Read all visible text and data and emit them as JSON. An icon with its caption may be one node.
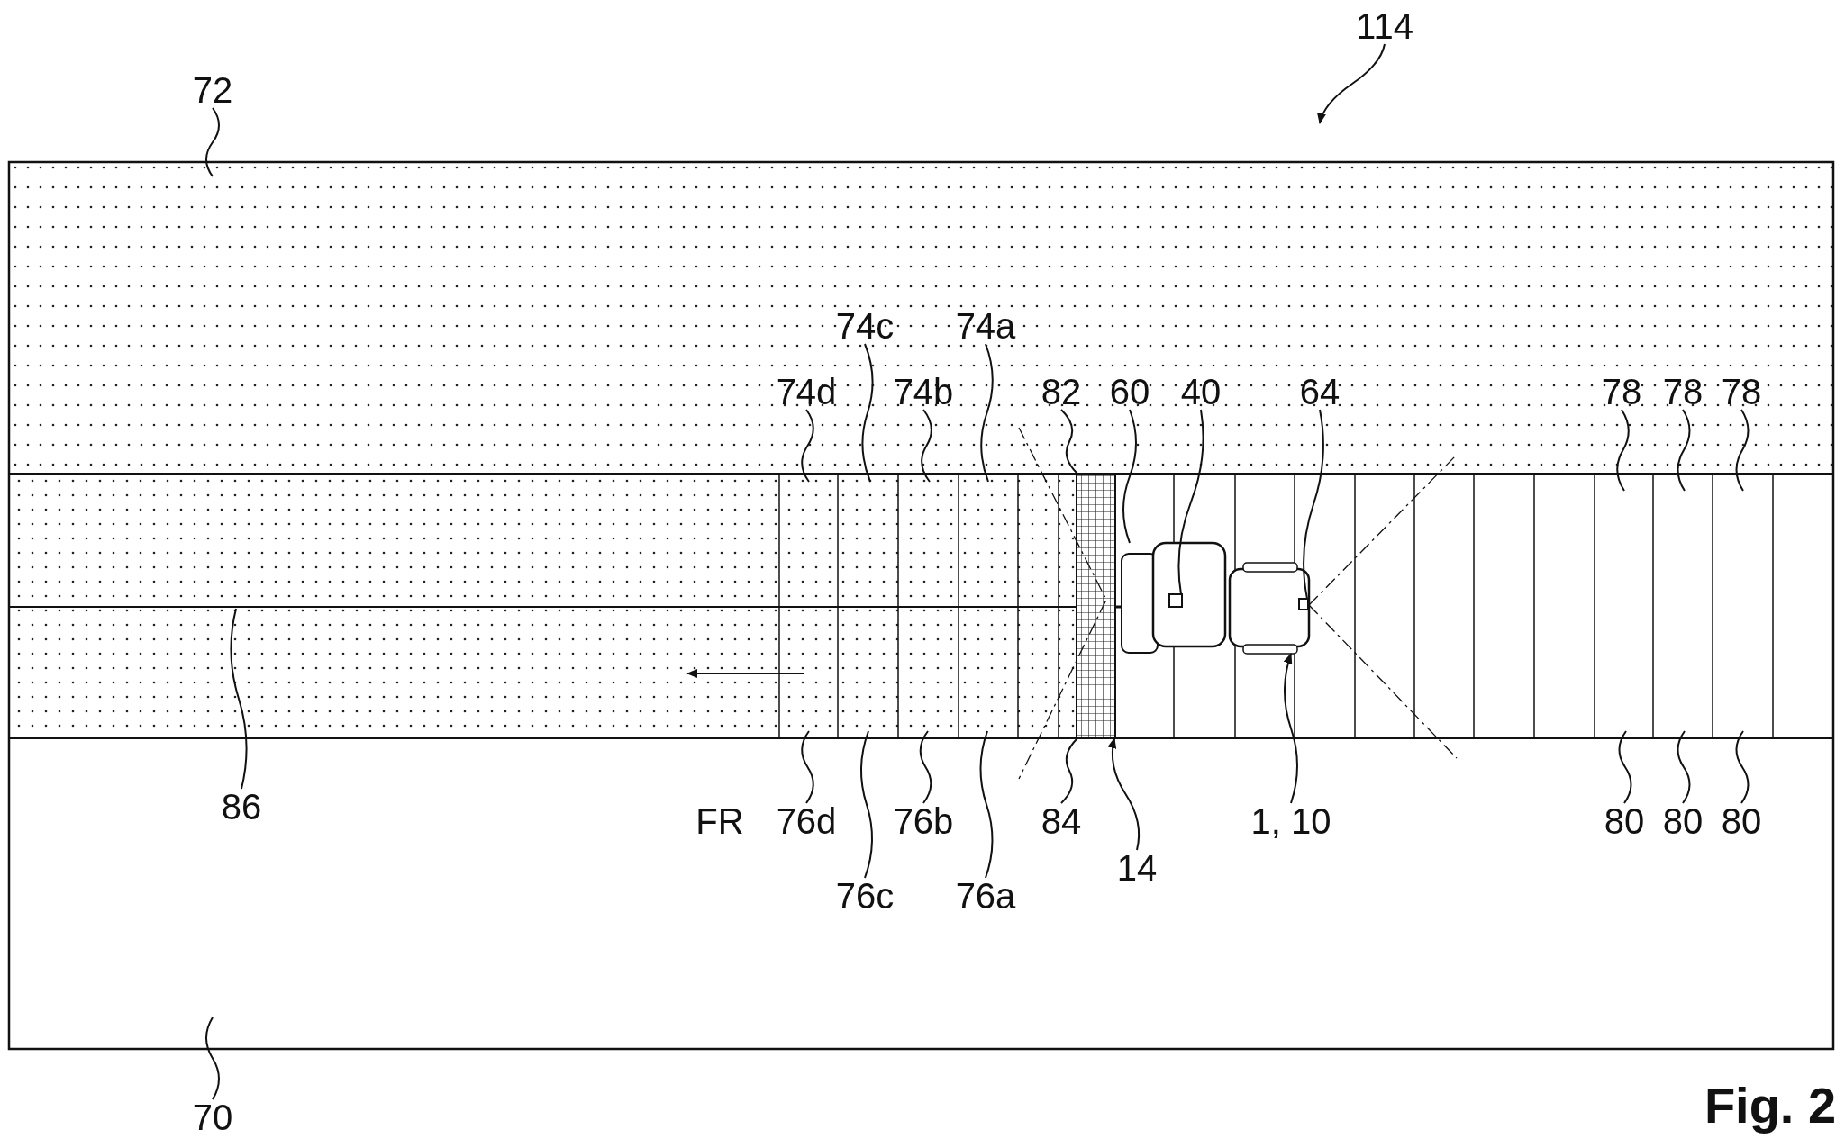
{
  "diagram": {
    "caption": "Fig. 2",
    "nodes": [
      {
        "text": [
          "114"
        ]
      },
      {
        "text": [
          "72"
        ]
      },
      {
        "text": [
          "74c"
        ]
      },
      {
        "text": [
          "74a"
        ]
      },
      {
        "text": [
          "74d"
        ]
      },
      {
        "text": [
          "74b"
        ]
      },
      {
        "text": [
          "82"
        ]
      },
      {
        "text": [
          "60"
        ]
      },
      {
        "text": [
          "40"
        ]
      },
      {
        "text": [
          "64"
        ]
      },
      {
        "text": [
          "78"
        ]
      },
      {
        "text": [
          "78"
        ]
      },
      {
        "text": [
          "78"
        ]
      },
      {
        "text": [
          "86"
        ]
      },
      {
        "text": [
          "76d"
        ]
      },
      {
        "text": [
          "76b"
        ]
      },
      {
        "text": [
          "84"
        ]
      },
      {
        "text": [
          "1, 10"
        ]
      },
      {
        "text": [
          "80"
        ]
      },
      {
        "text": [
          "80"
        ]
      },
      {
        "text": [
          "80"
        ]
      },
      {
        "text": [
          "14"
        ]
      },
      {
        "text": [
          "76c"
        ]
      },
      {
        "text": [
          "76a"
        ]
      },
      {
        "text": [
          "70"
        ]
      },
      {
        "text": [],
        "shape": "picture"
      },
      {
        "text": [],
        "shape": "box",
        "in": 25
      },
      {
        "text": [],
        "shape": "box",
        "in": 25
      },
      {
        "text": [],
        "shape": "box"
      }
    ],
    "edges": [
      {
        "from": 0,
        "to": null,
        "arrow": "to"
      },
      {
        "from": 1,
        "to": null,
        "arrow": "none"
      },
      {
        "from": 2,
        "to": null,
        "arrow": "none"
      },
      {
        "from": 3,
        "to": null,
        "arrow": "none"
      },
      {
        "from": 4,
        "to": null,
        "arrow": "none"
      },
      {
        "from": 5,
        "to": null,
        "arrow": "none"
      },
      {
        "from": 6,
        "to": 28,
        "arrow": "none"
      },
      {
        "from": 7,
        "to": 25,
        "arrow": "none"
      },
      {
        "from": 8,
        "to": 26,
        "arrow": "none"
      },
      {
        "from": 9,
        "to": 27,
        "arrow": "none"
      },
      {
        "from": 10,
        "to": null,
        "arrow": "none"
      },
      {
        "from": 11,
        "to": null,
        "arrow": "none"
      },
      {
        "from": 12,
        "to": null,
        "arrow": "none"
      },
      {
        "from": 13,
        "to": null,
        "arrow": "none"
      },
      {
        "from": 14,
        "to": null,
        "arrow": "none"
      },
      {
        "from": 15,
        "to": null,
        "arrow": "none"
      },
      {
        "from": 16,
        "to": 28,
        "arrow": "none"
      },
      {
        "from": 17,
        "to": 25,
        "arrow": "to"
      },
      {
        "from": 18,
        "to": null,
        "arrow": "none"
      },
      {
        "from": 19,
        "to": null,
        "arrow": "none"
      },
      {
        "from": 20,
        "to": null,
        "arrow": "none"
      },
      {
        "from": 21,
        "to": 28,
        "arrow": "to"
      },
      {
        "from": 22,
        "to": null,
        "arrow": "none"
      },
      {
        "from": 23,
        "to": null,
        "arrow": "none"
      },
      {
        "from": 24,
        "to": null,
        "arrow": "none"
      }
    ],
    "labels": [
      "FR"
    ]
  }
}
